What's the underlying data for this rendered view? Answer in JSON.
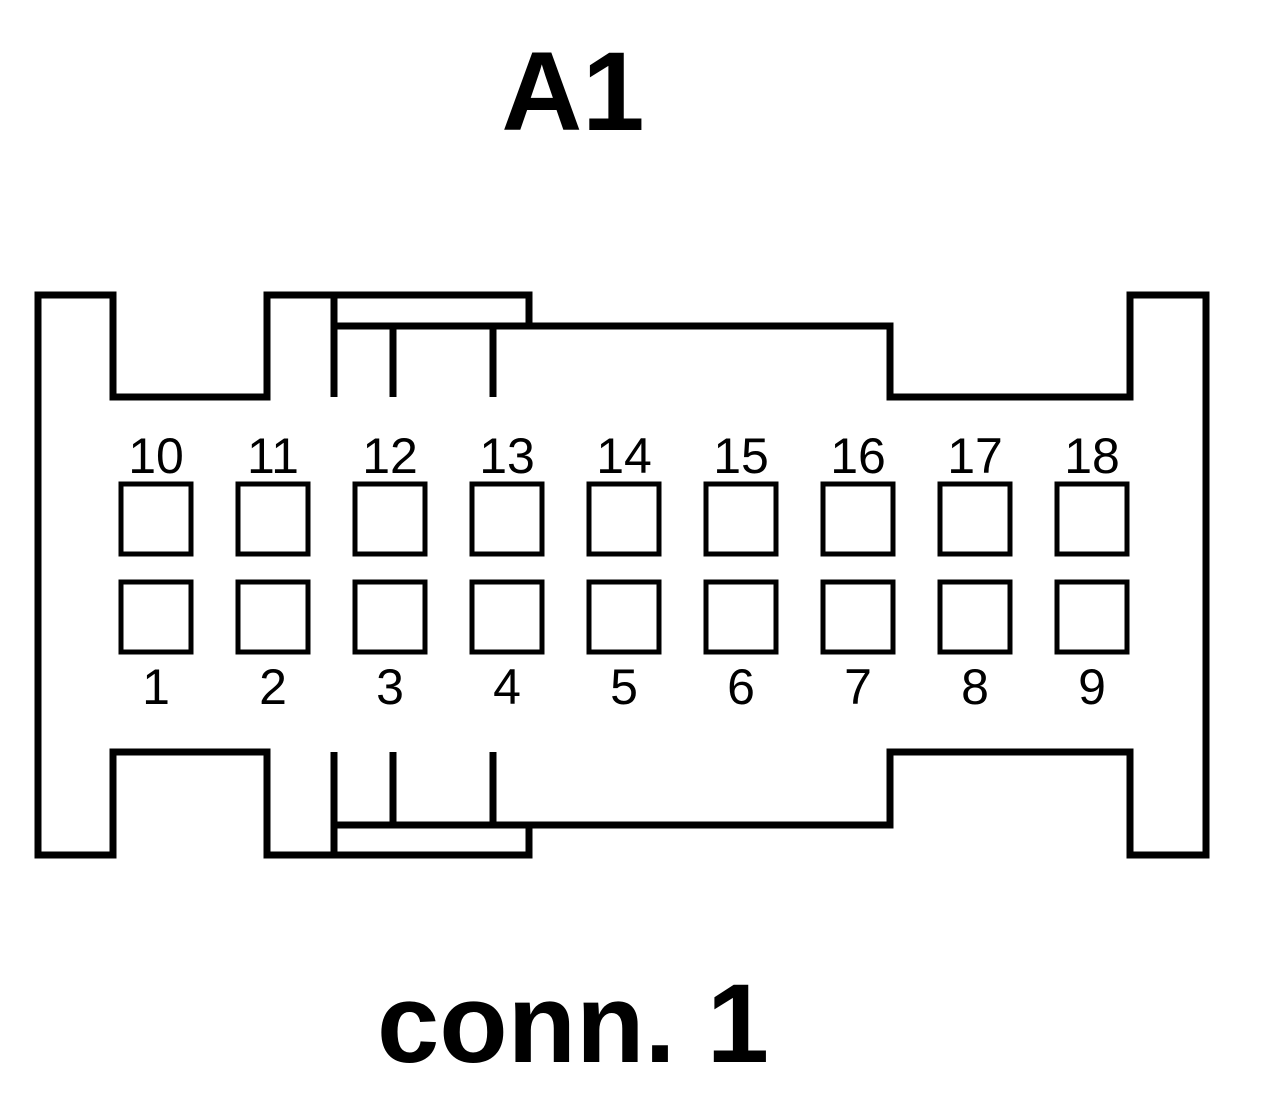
{
  "header": {
    "connector_id": "A1"
  },
  "footer": {
    "connector_name": "conn. 1"
  },
  "pins": {
    "top_row": [
      "10",
      "11",
      "12",
      "13",
      "14",
      "15",
      "16",
      "17",
      "18"
    ],
    "bottom_row": [
      "1",
      "2",
      "3",
      "4",
      "5",
      "6",
      "7",
      "8",
      "9"
    ]
  },
  "colors": {
    "stroke": "#000000",
    "background": "#ffffff"
  }
}
